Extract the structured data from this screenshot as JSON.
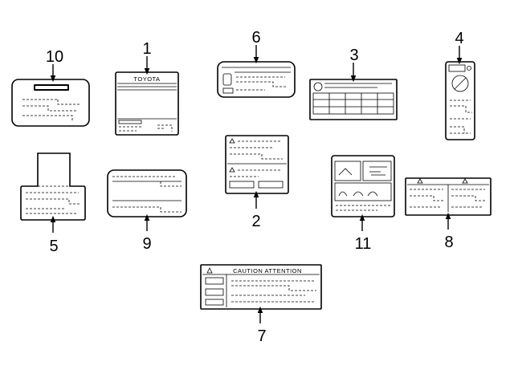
{
  "callouts": [
    {
      "id": "1",
      "text": "1"
    },
    {
      "id": "2",
      "text": "2"
    },
    {
      "id": "3",
      "text": "3"
    },
    {
      "id": "4",
      "text": "4"
    },
    {
      "id": "5",
      "text": "5"
    },
    {
      "id": "6",
      "text": "6"
    },
    {
      "id": "7",
      "text": "7"
    },
    {
      "id": "8",
      "text": "8"
    },
    {
      "id": "9",
      "text": "9"
    },
    {
      "id": "10",
      "text": "10"
    },
    {
      "id": "11",
      "text": "11"
    }
  ],
  "labels": {
    "brand": "TOYOTA",
    "caution_header": "CAUTION  ATTENTION"
  }
}
